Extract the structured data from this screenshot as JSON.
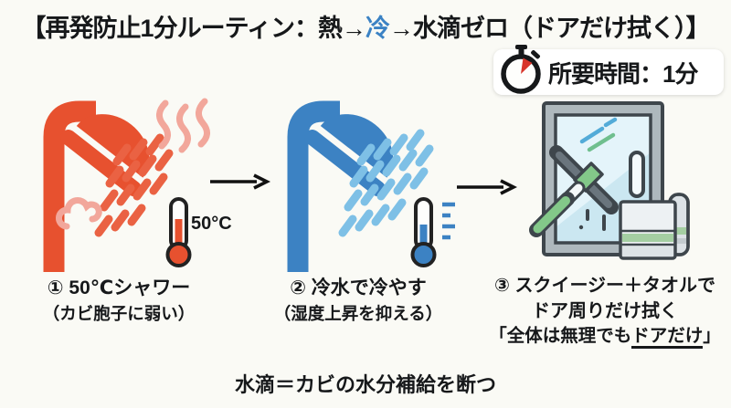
{
  "title": {
    "pre": "【再発防止1分ルーティン：熱→",
    "em": "冷",
    "post": "→水滴ゼロ（ドアだけ拭く）】"
  },
  "badge": {
    "icon": "stopwatch-icon",
    "label": "所要時間：1分"
  },
  "steps": [
    {
      "icon": "hot-shower-icon",
      "thermometer_label": "50°C",
      "line1": "① 50℃シャワー",
      "line2": "（カビ胞子に弱い）"
    },
    {
      "icon": "cold-shower-icon",
      "line1": "② 冷水で冷やす",
      "line2": "（湿度上昇を抑える）"
    },
    {
      "icon": "squeegee-door-icon",
      "line1": "③ スクイージー＋タオルで",
      "line2": "ドア周りだけ拭く",
      "line3_pre": "「全体は無理でも",
      "line3_em": "ドアだけ",
      "line3_post": "」"
    }
  ],
  "footer": {
    "note": "水滴＝カビの水分補給を断つ"
  },
  "colors": {
    "hot": "#E7512F",
    "hot_light": "#F2A79B",
    "cold": "#3C82C3",
    "cold_light": "#7EC0E6",
    "title_highlight": "#3B82C4",
    "ink": "#16181A",
    "background": "#FAFAF5",
    "badge_bg": "#FFFFFF",
    "stopwatch_hand": "#D8352B",
    "glass": "#CBE7F1",
    "glass_highlight": "#E4F4FA",
    "squeegee_green": "#83C889",
    "towel": "#EDF1F3",
    "towel_stripe_green": "#A4CEA2"
  }
}
